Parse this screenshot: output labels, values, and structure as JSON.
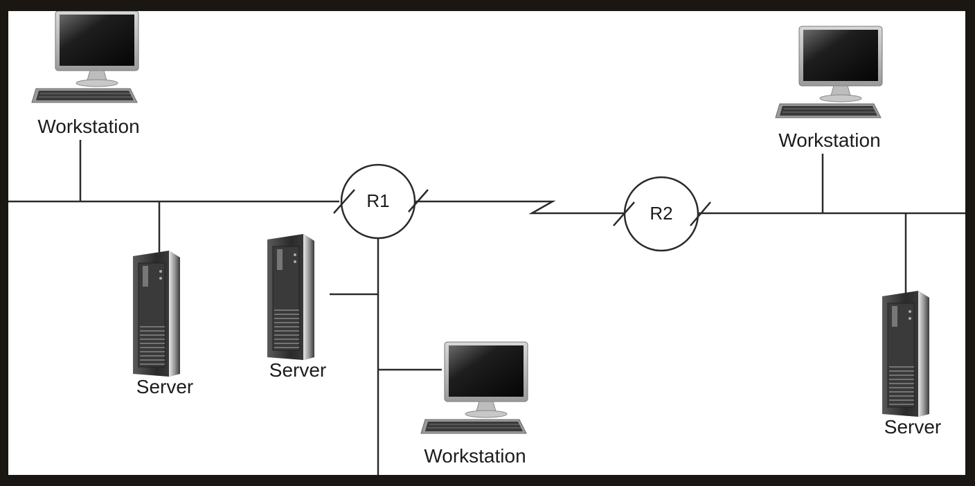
{
  "nodes": {
    "workstation_top_left": {
      "label": "Workstation",
      "icon": "workstation-icon"
    },
    "workstation_top_right": {
      "label": "Workstation",
      "icon": "workstation-icon"
    },
    "workstation_bottom": {
      "label": "Workstation",
      "icon": "workstation-icon"
    },
    "server_left": {
      "label": "Server",
      "icon": "server-icon"
    },
    "server_middle": {
      "label": "Server",
      "icon": "server-icon"
    },
    "server_right": {
      "label": "Server",
      "icon": "server-icon"
    },
    "router_1": {
      "label": "R1",
      "icon": "router-icon"
    },
    "router_2": {
      "label": "R2",
      "icon": "router-icon"
    }
  },
  "colors": {
    "line": "#2a2a2a",
    "background": "#ffffff",
    "frame": "#1a1712"
  }
}
